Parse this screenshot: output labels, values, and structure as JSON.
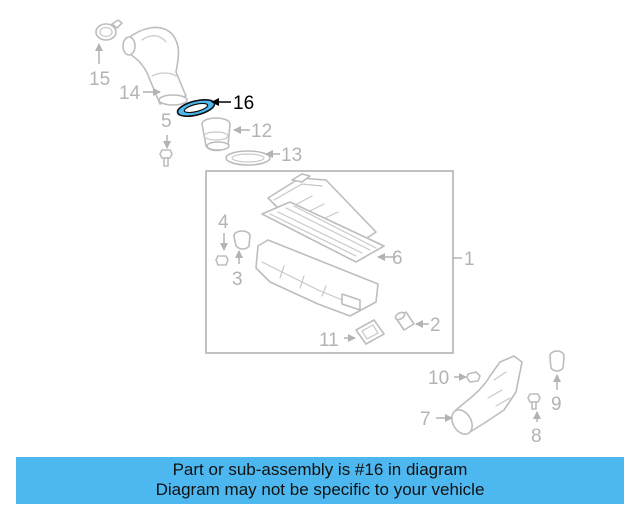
{
  "diagram": {
    "highlighted_part": "16",
    "colors": {
      "highlight": "#4db8f0",
      "muted": "#b3b3b3",
      "active": "#000000"
    },
    "callouts": [
      "1",
      "2",
      "3",
      "4",
      "5",
      "6",
      "7",
      "8",
      "9",
      "10",
      "11",
      "12",
      "13",
      "14",
      "15",
      "16"
    ]
  },
  "banner": {
    "line1": "Part or sub-assembly is #16 in diagram",
    "line2": "Diagram may not be specific to your vehicle",
    "color": "#4db8f0"
  }
}
